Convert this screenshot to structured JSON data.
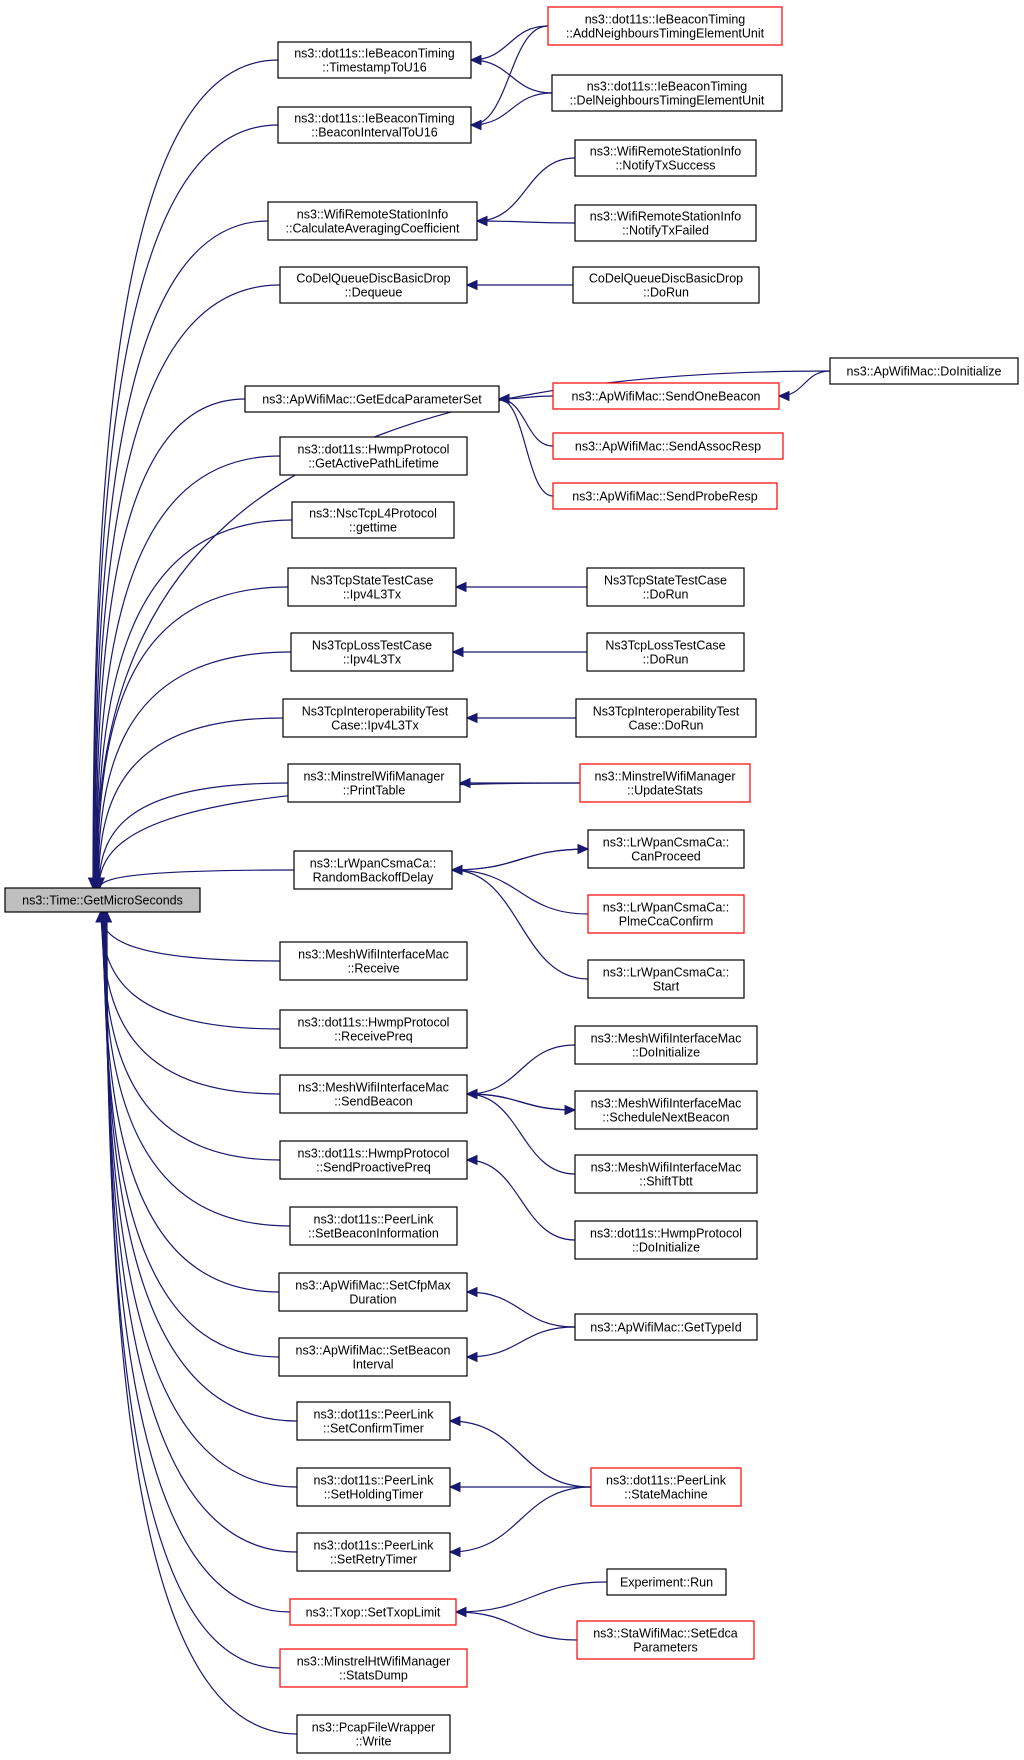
{
  "nodes": {
    "root": {
      "lines": [
        "ns3::Time::GetMicroSeconds"
      ]
    },
    "ts16": {
      "lines": [
        "ns3::dot11s::IeBeaconTiming",
        "::TimestampToU16"
      ]
    },
    "bi16": {
      "lines": [
        "ns3::dot11s::IeBeaconTiming",
        "::BeaconIntervalToU16"
      ]
    },
    "addn": {
      "lines": [
        "ns3::dot11s::IeBeaconTiming",
        "::AddNeighboursTimingElementUnit"
      ]
    },
    "deln": {
      "lines": [
        "ns3::dot11s::IeBeaconTiming",
        "::DelNeighboursTimingElementUnit"
      ]
    },
    "calc": {
      "lines": [
        "ns3::WifiRemoteStationInfo",
        "::CalculateAveragingCoefficient"
      ]
    },
    "ntxs": {
      "lines": [
        "ns3::WifiRemoteStationInfo",
        "::NotifyTxSuccess"
      ]
    },
    "ntxf": {
      "lines": [
        "ns3::WifiRemoteStationInfo",
        "::NotifyTxFailed"
      ]
    },
    "cdq": {
      "lines": [
        "CoDelQueueDiscBasicDrop",
        "::Dequeue"
      ]
    },
    "cdr": {
      "lines": [
        "CoDelQueueDiscBasicDrop",
        "::DoRun"
      ]
    },
    "apdi": {
      "lines": [
        "ns3::ApWifiMac::DoInitialize"
      ]
    },
    "gedca": {
      "lines": [
        "ns3::ApWifiMac::GetEdcaParameterSet"
      ]
    },
    "sob": {
      "lines": [
        "ns3::ApWifiMac::SendOneBeacon"
      ]
    },
    "sar": {
      "lines": [
        "ns3::ApWifiMac::SendAssocResp"
      ]
    },
    "spr": {
      "lines": [
        "ns3::ApWifiMac::SendProbeResp"
      ]
    },
    "gapl": {
      "lines": [
        "ns3::dot11s::HwmpProtocol",
        "::GetActivePathLifetime"
      ]
    },
    "gett": {
      "lines": [
        "ns3::NscTcpL4Protocol",
        "::gettime"
      ]
    },
    "tsl3": {
      "lines": [
        "Ns3TcpStateTestCase",
        "::Ipv4L3Tx"
      ]
    },
    "tsdr": {
      "lines": [
        "Ns3TcpStateTestCase",
        "::DoRun"
      ]
    },
    "tll3": {
      "lines": [
        "Ns3TcpLossTestCase",
        "::Ipv4L3Tx"
      ]
    },
    "tldr": {
      "lines": [
        "Ns3TcpLossTestCase",
        "::DoRun"
      ]
    },
    "til3": {
      "lines": [
        "Ns3TcpInteroperabilityTest",
        "Case::Ipv4L3Tx"
      ]
    },
    "tidr": {
      "lines": [
        "Ns3TcpInteroperabilityTest",
        "Case::DoRun"
      ]
    },
    "mpt": {
      "lines": [
        "ns3::MinstrelWifiManager",
        "::PrintTable"
      ]
    },
    "mus": {
      "lines": [
        "ns3::MinstrelWifiManager",
        "::UpdateStats"
      ]
    },
    "rbd": {
      "lines": [
        "ns3::LrWpanCsmaCa::",
        "RandomBackoffDelay"
      ]
    },
    "cp": {
      "lines": [
        "ns3::LrWpanCsmaCa::",
        "CanProceed"
      ]
    },
    "pcc": {
      "lines": [
        "ns3::LrWpanCsmaCa::",
        "PlmeCcaConfirm"
      ]
    },
    "lst": {
      "lines": [
        "ns3::LrWpanCsmaCa::",
        "Start"
      ]
    },
    "mrcv": {
      "lines": [
        "ns3::MeshWifiInterfaceMac",
        "::Receive"
      ]
    },
    "rpq": {
      "lines": [
        "ns3::dot11s::HwmpProtocol",
        "::ReceivePreq"
      ]
    },
    "msb": {
      "lines": [
        "ns3::MeshWifiInterfaceMac",
        "::SendBeacon"
      ]
    },
    "mdi": {
      "lines": [
        "ns3::MeshWifiInterfaceMac",
        "::DoInitialize"
      ]
    },
    "snb": {
      "lines": [
        "ns3::MeshWifiInterfaceMac",
        "::ScheduleNextBeacon"
      ]
    },
    "stb": {
      "lines": [
        "ns3::MeshWifiInterfaceMac",
        "::ShiftTbtt"
      ]
    },
    "spp": {
      "lines": [
        "ns3::dot11s::HwmpProtocol",
        "::SendProactivePreq"
      ]
    },
    "hdi": {
      "lines": [
        "ns3::dot11s::HwmpProtocol",
        "::DoInitialize"
      ]
    },
    "sbi": {
      "lines": [
        "ns3::dot11s::PeerLink",
        "::SetBeaconInformation"
      ]
    },
    "scfp": {
      "lines": [
        "ns3::ApWifiMac::SetCfpMax",
        "Duration"
      ]
    },
    "gtid": {
      "lines": [
        "ns3::ApWifiMac::GetTypeId"
      ]
    },
    "sbint": {
      "lines": [
        "ns3::ApWifiMac::SetBeacon",
        "Interval"
      ]
    },
    "sct": {
      "lines": [
        "ns3::dot11s::PeerLink",
        "::SetConfirmTimer"
      ]
    },
    "sht": {
      "lines": [
        "ns3::dot11s::PeerLink",
        "::SetHoldingTimer"
      ]
    },
    "srt": {
      "lines": [
        "ns3::dot11s::PeerLink",
        "::SetRetryTimer"
      ]
    },
    "psm": {
      "lines": [
        "ns3::dot11s::PeerLink",
        "::StateMachine"
      ]
    },
    "stxl": {
      "lines": [
        "ns3::Txop::SetTxopLimit"
      ]
    },
    "erun": {
      "lines": [
        "Experiment::Run"
      ]
    },
    "sedca": {
      "lines": [
        "ns3::StaWifiMac::SetEdca",
        "Parameters"
      ]
    },
    "mhsd": {
      "lines": [
        "ns3::MinstrelHtWifiManager",
        "::StatsDump"
      ]
    },
    "pfw": {
      "lines": [
        "ns3::PcapFileWrapper",
        "::Write"
      ]
    }
  }
}
